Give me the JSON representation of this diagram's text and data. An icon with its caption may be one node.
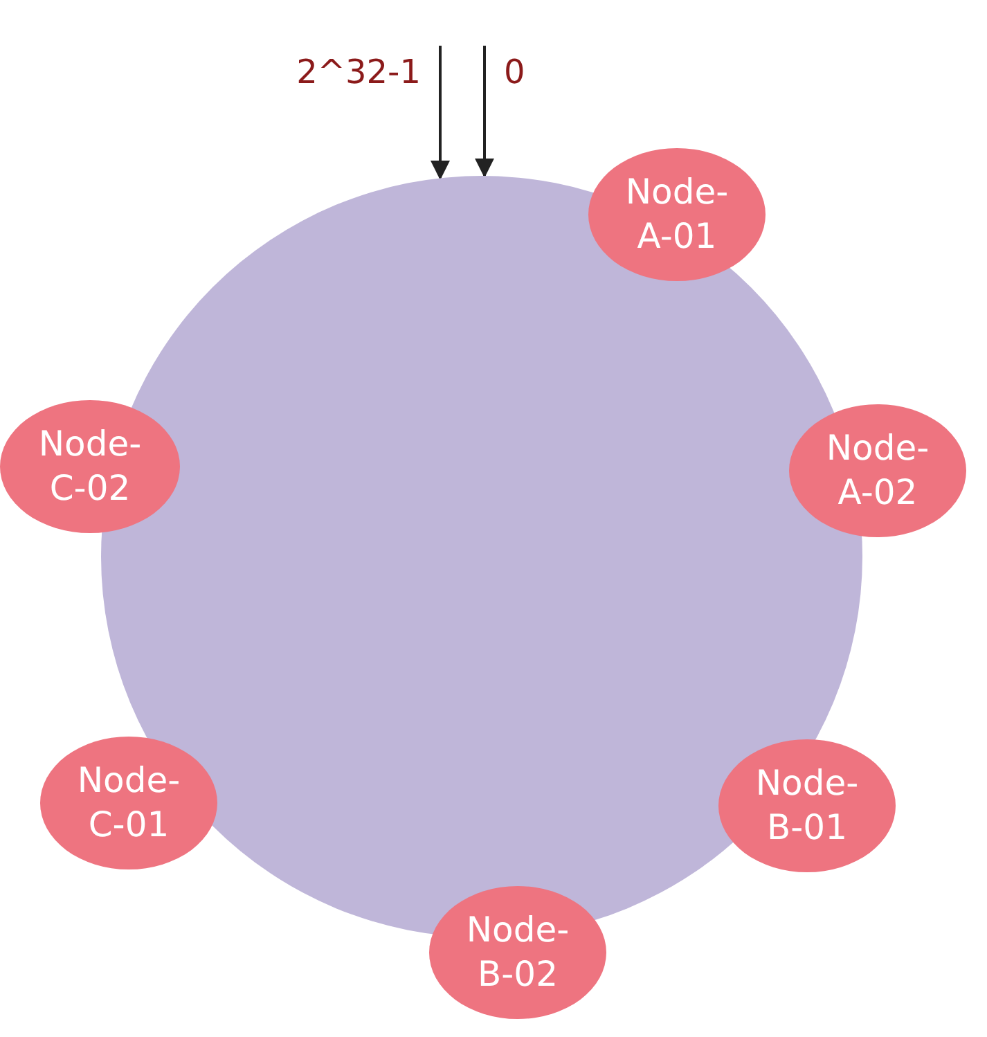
{
  "diagram": {
    "nodes": [
      {
        "text": [],
        "shape": "circle"
      },
      {
        "text": [
          "Node- A-01"
        ]
      },
      {
        "text": [
          "Node- C-02"
        ]
      },
      {
        "text": [
          "Node- A-02"
        ]
      },
      {
        "text": [
          "Node- C-01"
        ]
      },
      {
        "text": [
          "Node- B-01"
        ]
      },
      {
        "text": [
          "Node- B-02"
        ]
      },
      {
        "text": [
          "2^32-1"
        ]
      },
      {
        "text": [
          "0"
        ]
      }
    ],
    "edges": [
      {
        "from": 7,
        "to": 0,
        "arrow": "to"
      },
      {
        "from": 8,
        "to": 0,
        "arrow": "to"
      }
    ]
  }
}
